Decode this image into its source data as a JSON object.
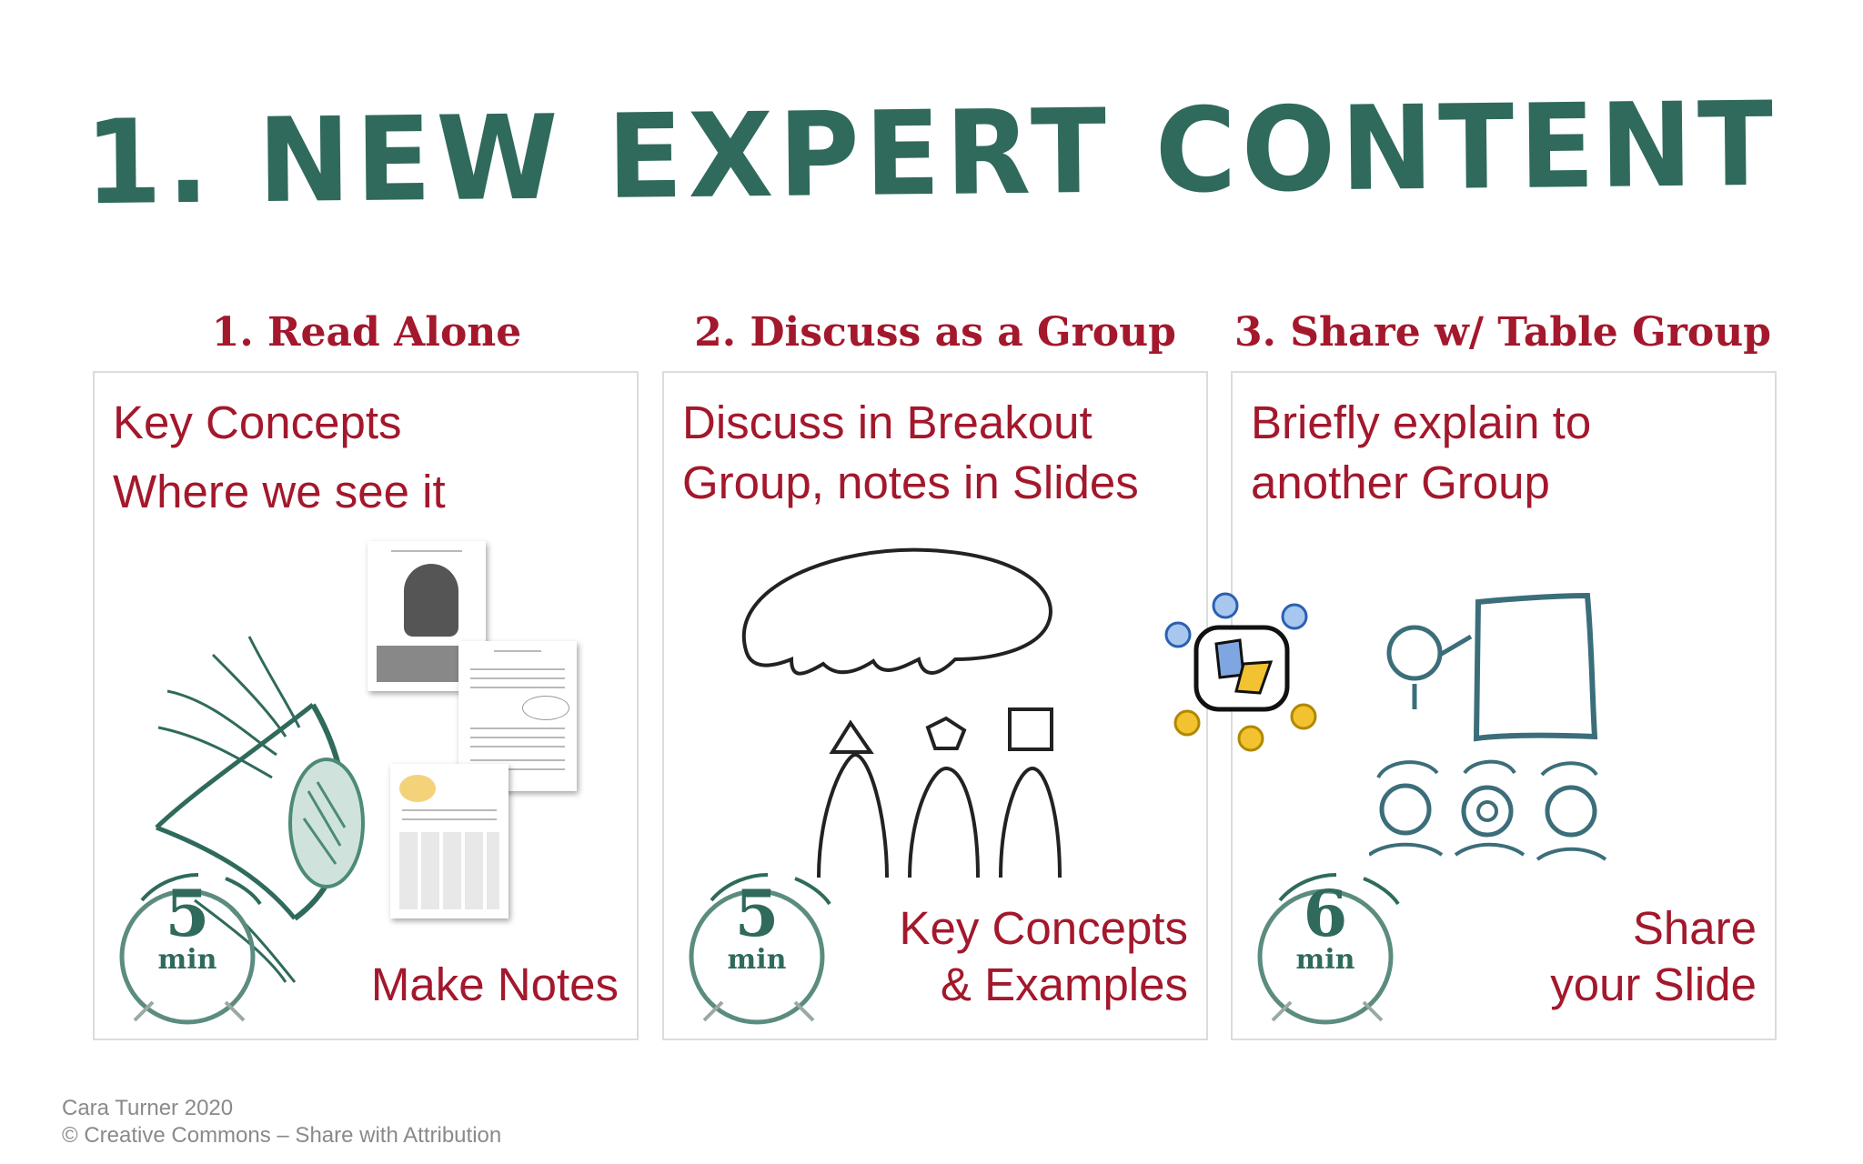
{
  "title": "1. NEW EXPERT CONTENT",
  "steps": [
    {
      "heading": "1. Read Alone",
      "text_lines": [
        "Key Concepts",
        "Where we see it"
      ],
      "timer": {
        "number": "5",
        "unit": "min"
      },
      "corner_lines": [
        "Make Notes"
      ],
      "illustration": "eye-with-documents-icon"
    },
    {
      "heading": "2. Discuss as a Group",
      "text_lines": [
        "Discuss in Breakout",
        "Group, notes in Slides"
      ],
      "timer": {
        "number": "5",
        "unit": "min"
      },
      "corner_lines": [
        "Key Concepts",
        "& Examples"
      ],
      "illustration": "group-speech-bubble-icon"
    },
    {
      "heading": "3. Share w/ Table Group",
      "text_lines": [
        "Briefly explain to",
        "another Group"
      ],
      "timer": {
        "number": "6",
        "unit": "min"
      },
      "corner_lines": [
        "Share",
        "your Slide"
      ],
      "illustration": "presenter-audience-icon"
    }
  ],
  "footer": {
    "author": "Cara Turner 2020",
    "license": "© Creative Commons – Share with Attribution"
  },
  "colors": {
    "title_green": "#2f6a5c",
    "heading_red": "#a3182c",
    "card_border": "#dcdcdc",
    "footer_gray": "#8a8a8a"
  }
}
